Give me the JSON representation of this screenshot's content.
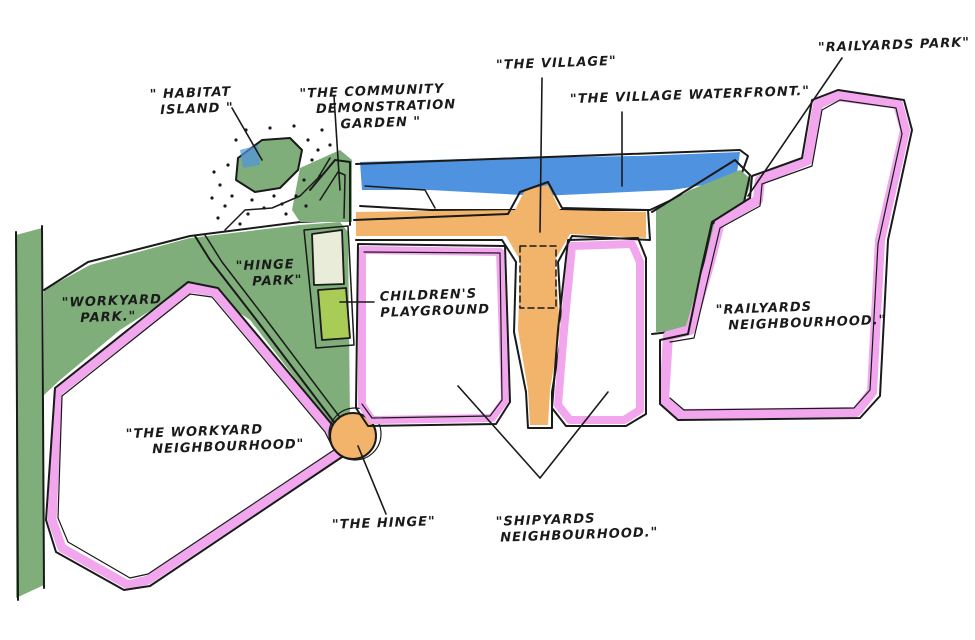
{
  "labels": {
    "habitat_island": [
      "\" HABITAT",
      "ISLAND \""
    ],
    "community_garden": [
      "\"THE COMMUNITY",
      "DEMONSTRATION",
      "GARDEN \""
    ],
    "the_village": [
      "\"THE VILLAGE\""
    ],
    "village_waterfront": [
      "\"THE VILLAGE WATERFRONT.\""
    ],
    "railyards_park": [
      "\"RAILYARDS PARK\""
    ],
    "hinge_park": [
      "\"HINGE",
      "PARK\""
    ],
    "workyard_park": [
      "\"WORKYARD",
      "PARK.\""
    ],
    "childrens_playground": [
      "CHILDREN'S",
      "PLAYGROUND"
    ],
    "railyards_neighbourhood": [
      "\"RAILYARDS",
      "NEIGHBOURHOOD.\""
    ],
    "workyard_neighbourhood": [
      "\"THE WORKYARD",
      "NEIGHBOURHOOD\""
    ],
    "the_hinge": [
      "\"THE HINGE\""
    ],
    "shipyards_neighbourhood": [
      "\"SHIPYARDS",
      "NEIGHBOURHOOD.\""
    ]
  },
  "colors": {
    "park_green": "#7fae7a",
    "water_blue": "#4f93e0",
    "village_orange": "#f2b36a",
    "neighbourhood_pink": "#f2a6ee",
    "playground_lime": "#a9cc57",
    "ink": "#1a1a1a"
  }
}
